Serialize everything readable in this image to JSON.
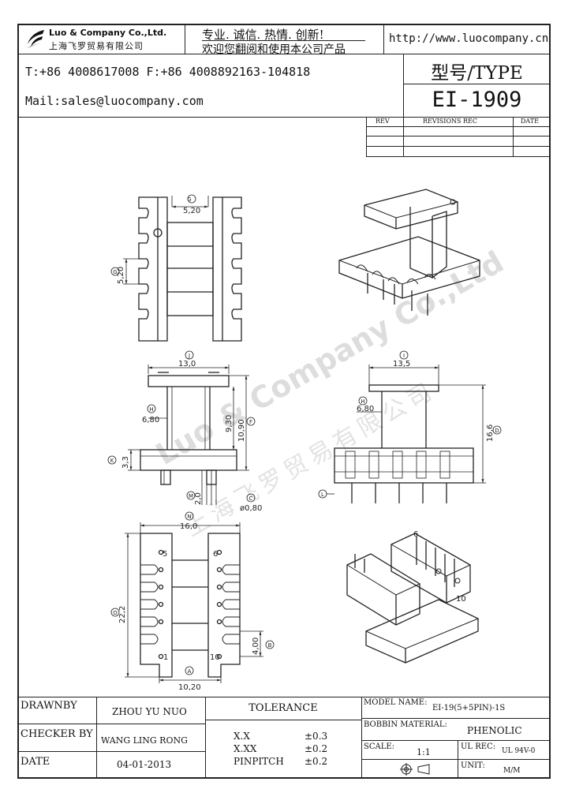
{
  "header": {
    "company_en": "Luo & Company Co.,Ltd.",
    "company_cn": "上海飞罗贸易有限公司",
    "slogan": "专业. 诚信. 热情. 创新!",
    "welcome": "欢迎您翻阅和使用本公司产品",
    "url": "http://www.luocompany.cn",
    "phone_fax": "T:+86 4008617008 F:+86 4008892163-104818",
    "mail": "Mail:sales@luocompany.com",
    "type_label": "型号/TYPE",
    "model": "EI-1909"
  },
  "revisions": {
    "col_rev": "REV",
    "col_rec": "REVISIONS REC",
    "col_date": "DATE"
  },
  "watermark": {
    "en": "Luo & Company Co.,Ltd",
    "cn": "上海飞罗贸易有限公司"
  },
  "dimensions": {
    "top_g_width": "5,20",
    "top_g_height": "5,20",
    "front_j": "13,0",
    "front_h": "6,80",
    "front_93": "9,30",
    "front_f": "10,90",
    "front_k": "3,3",
    "front_m": "2,0",
    "front_c": "ø0,80",
    "side_i": "13,5",
    "side_h": "6,80",
    "side_d": "16,6",
    "bottom_n": "16,0",
    "bottom_o": "22,2",
    "bottom_b": "4,00",
    "bottom_a": "10,20",
    "pin5": "5",
    "pin6": "6",
    "pin1": "1",
    "pin10": "10",
    "iso_pin6": "6",
    "iso_pin10": "10",
    "letter_g": "G",
    "letter_j": "J",
    "letter_i": "I",
    "letter_h": "H",
    "letter_f": "F",
    "letter_d": "D",
    "letter_k": "K",
    "letter_m": "M",
    "letter_c": "C",
    "letter_n": "N",
    "letter_o": "O",
    "letter_b": "B",
    "letter_a": "A",
    "letter_l": "L"
  },
  "footer": {
    "drawnby_label": "DRAWNBY",
    "drawnby_value": "ZHOU YU NUO",
    "checker_label": "CHECKER BY",
    "checker_value": "WANG LING RONG",
    "date_label": "DATE",
    "date_value": "04-01-2013",
    "tolerance_label": "TOLERANCE",
    "tol1_key": "X.X",
    "tol1_val": "±0.3",
    "tol2_key": "X.XX",
    "tol2_val": "±0.2",
    "tol3_key": "PINPITCH",
    "tol3_val": "±0.2",
    "model_name_label": "MODEL NAME:",
    "model_name_value": "EI-19(5+5PIN)-1S",
    "bobbin_label": "BOBBIN MATERIAL:",
    "bobbin_value": "PHENOLIC",
    "scale_label": "SCALE:",
    "scale_value": "1:1",
    "ul_label": "UL REC:",
    "ul_value": "UL 94V-0",
    "unit_label": "UNIT:",
    "unit_value": "M/M"
  }
}
